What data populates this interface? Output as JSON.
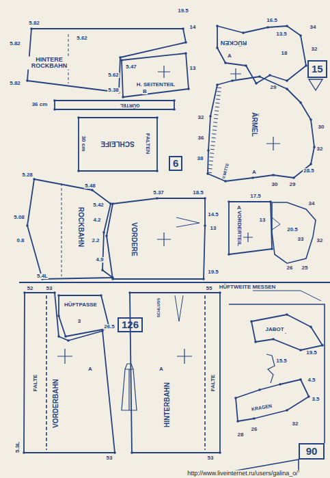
{
  "diagram": {
    "nodes": [
      {
        "text": [
          "HINTERE ROCKBAHN"
        ]
      },
      {
        "text": [
          "H. SEITENTEIL"
        ]
      },
      {
        "text": [
          "RÜCKEN"
        ]
      },
      {
        "text": [
          "15"
        ]
      },
      {
        "text": [
          "GÜRTEL"
        ]
      },
      {
        "text": [
          "ÄRMEL"
        ]
      },
      {
        "text": [
          "SCHLEIFE"
        ]
      },
      {
        "text": [
          "6"
        ]
      },
      {
        "text": [
          "ROCKBAHN"
        ]
      },
      {
        "text": [
          "VORDERE"
        ]
      },
      {
        "text": [
          "VORDERTEIL"
        ]
      },
      {
        "text": [
          "HÜFTPASSE"
        ]
      },
      {
        "text": [
          "126"
        ]
      },
      {
        "text": [
          "VORDERBAHN"
        ]
      },
      {
        "text": [
          "HINTERBAHN"
        ]
      },
      {
        "text": [
          "JABOT"
        ]
      },
      {
        "text": [
          "KRAGEN"
        ]
      },
      {
        "text": [
          "90"
        ]
      }
    ],
    "labels": [
      "5.82",
      "5.62",
      "19.5",
      "14",
      "5.82",
      "5.47",
      "5.62",
      "5.38",
      "13",
      "B",
      "5.82",
      "A",
      "16.5",
      "13.5",
      "34",
      "18",
      "32",
      "29",
      "32",
      "36",
      "38",
      "30",
      "32",
      "28.5",
      "29",
      "30",
      "V.MITTE",
      "A",
      "36 cm",
      "30 cm",
      "FALTEN",
      "5.28",
      "5.48",
      "5.08",
      "0.8",
      "5.4L",
      "5.42",
      "4.2",
      "2.2",
      "4.9",
      "5.37",
      "18.5",
      "14.5",
      "13",
      "19.5",
      "A",
      "17.5",
      "13",
      "34",
      "20.5",
      "33",
      "32",
      "26",
      "25",
      "HÜFTWEITE MESSEN",
      "52",
      "53",
      "26.5",
      "55",
      "5.3L",
      "53",
      "53",
      "FALTE",
      "FALTE",
      "A",
      "A",
      "3",
      "SCHLUSS",
      "19.5",
      "15.5",
      "4.5",
      "3.5",
      "28",
      "26",
      "32",
      "http://www.liveinternet.ru/users/galina_o/"
    ]
  }
}
